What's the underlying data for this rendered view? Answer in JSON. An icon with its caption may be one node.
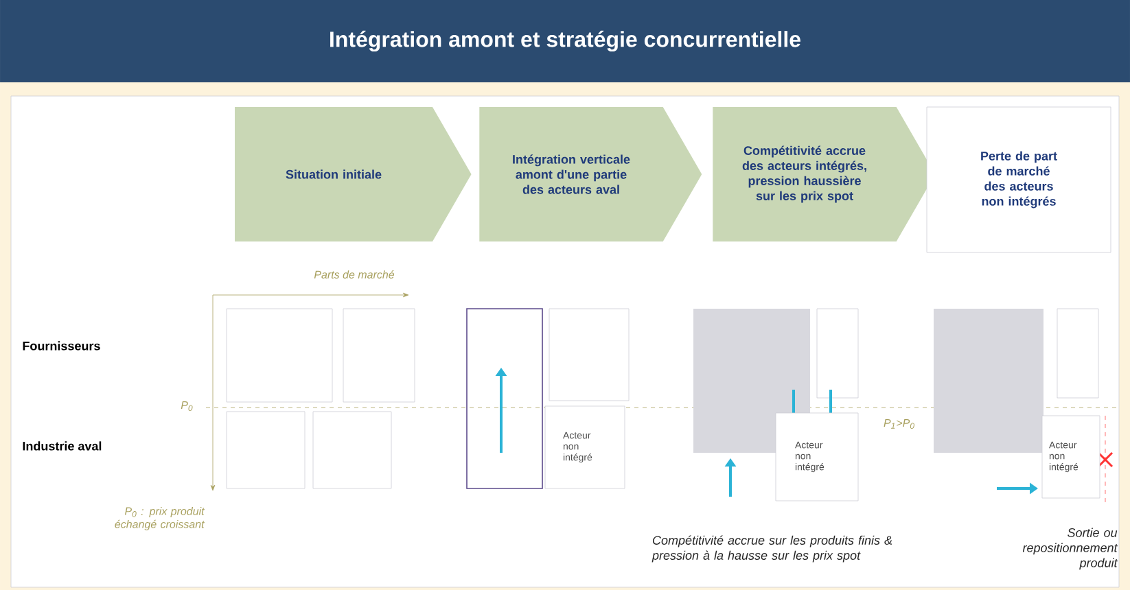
{
  "diagram": {
    "title": "Intégration amont et stratégie concurrentielle",
    "nodes": [
      {
        "text": [
          "Situation initiale"
        ]
      },
      {
        "text": [
          "Intégration verticale amont d'une partie des acteurs aval"
        ]
      },
      {
        "text": [
          "Compétitivité accrue des acteurs intégrés, pression haussière sur les prix spot"
        ]
      },
      {
        "text": [
          "Perte de part de marché des acteurs non intégrés"
        ]
      },
      {
        "text": [
          "Acteur non intégré"
        ]
      },
      {
        "text": [
          "Acteur non intégré"
        ]
      },
      {
        "text": [
          "Acteur non intégré"
        ]
      }
    ],
    "labels": [
      "Parts de marché",
      "Fournisseurs",
      "P$_{0}$",
      "Industrie aval",
      "P$_{0}$ : prix produit échangé croissant",
      "P$_{1}$>P$_{0}$",
      "Compétitivité accrue sur les produits finis & pression à la hausse sur les prix spot",
      "Sortie ou repositionnement produit"
    ]
  }
}
